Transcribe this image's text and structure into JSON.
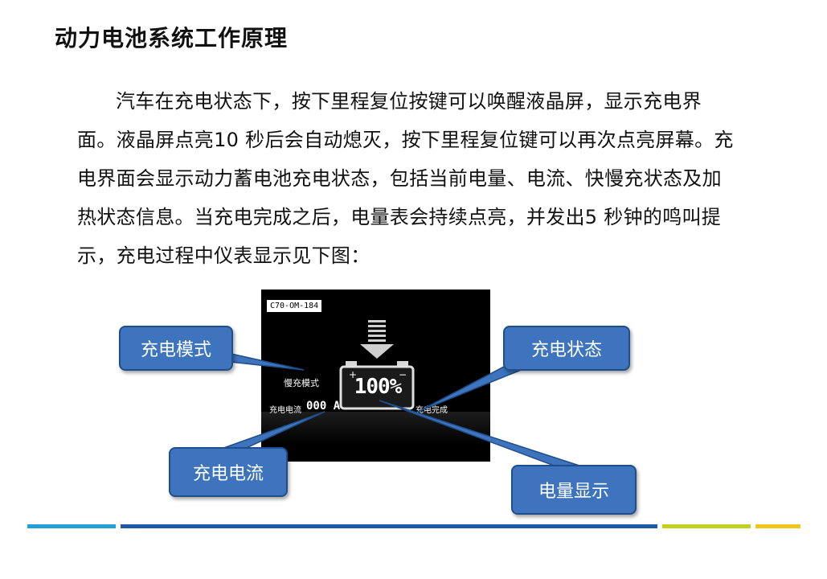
{
  "title": "动力电池系统工作原理",
  "paragraph": "汽车在充电状态下，按下里程复位按键可以唤醒液晶屏，显示充电界面。液晶屏点亮10 秒后会自动熄灭，按下里程复位键可以再次点亮屏幕。充电界面会显示动力蓄电池充电状态，包括当前电量、电流、快慢充状态及加热状态信息。当充电完成之后，电量表会持续点亮，并发出5 秒钟的鸣叫提示，充电过程中仪表显示见下图：",
  "figure": {
    "doc_code": "C70-OM-184",
    "mode_text": "慢充模式",
    "current_label": "充电电流",
    "current_value": "000 A",
    "status_text": "充电完成",
    "battery_percent": "100%",
    "battery_plus": "+",
    "battery_minus": "−",
    "callouts": {
      "mode": "充电模式",
      "status": "充电状态",
      "current": "充电电流",
      "energy": "电量显示"
    }
  },
  "colors": {
    "callout_fill": "#3d74bd",
    "footer": [
      "#23a0d8",
      "#1f5aa6",
      "#c2d11d",
      "#f0c418"
    ]
  }
}
